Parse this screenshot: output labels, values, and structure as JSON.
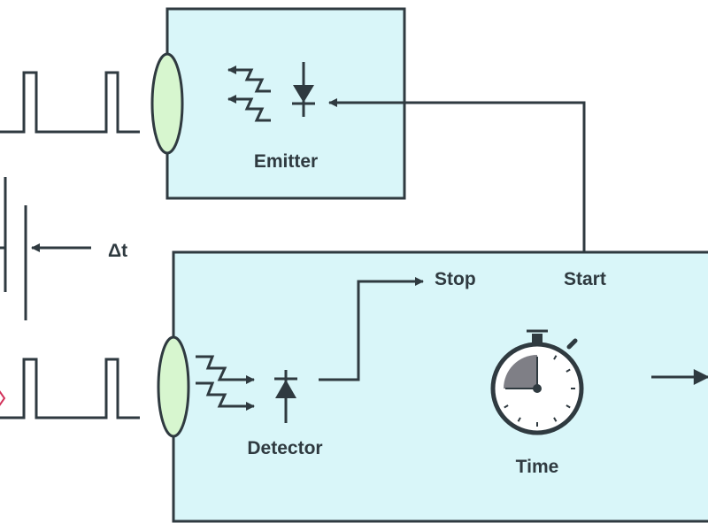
{
  "labels": {
    "emitter": "Emitter",
    "detector": "Detector",
    "stop": "Stop",
    "start": "Start",
    "time": "Time",
    "delta_t": "Δt"
  },
  "colors": {
    "box_fill": "#d9f6f9",
    "stroke": "#2f3a40",
    "lens_fill": "#d7f6cf",
    "timer_sector": "#7f7f86",
    "background": "#ffffff"
  },
  "icons": [
    "emitted-light-arrows-icon",
    "photodiode-icon",
    "received-light-arrows-icon",
    "stopwatch-icon",
    "lens-icon"
  ]
}
